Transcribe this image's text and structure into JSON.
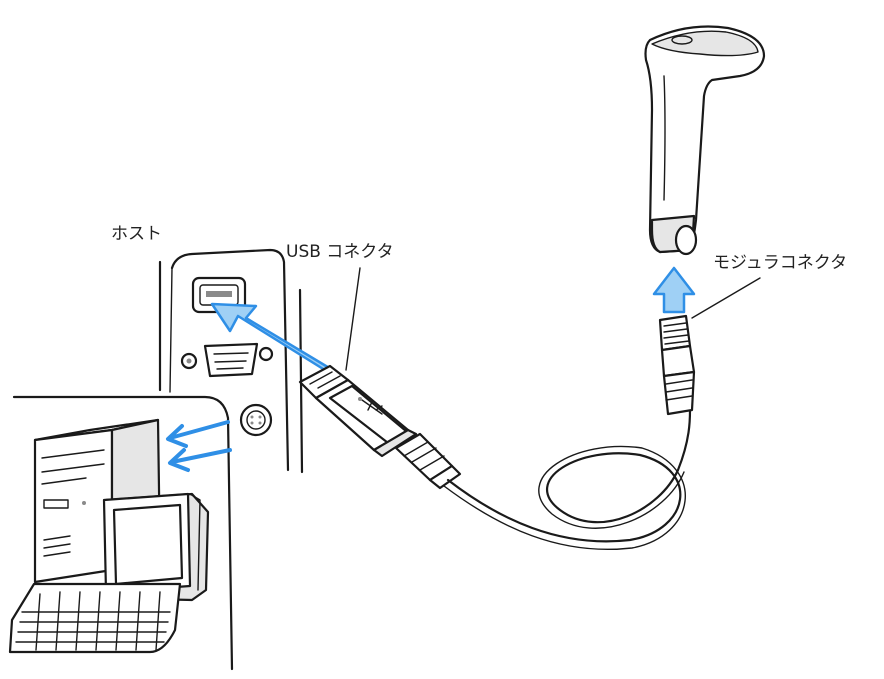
{
  "labels": {
    "host": "ホスト",
    "usb_connector": "USB コネクタ",
    "modular_connector": "モジュラコネクタ"
  },
  "colors": {
    "arrow": "#2f8fe6",
    "arrow_light": "#9fd0f5",
    "line": "#1a1a1a",
    "background": "#ffffff"
  },
  "icons": [
    "computer-tower-icon",
    "monitor-icon",
    "keyboard-icon",
    "barcode-scanner-icon",
    "usb-plug-icon",
    "usb-symbol-icon",
    "modular-plug-icon"
  ]
}
